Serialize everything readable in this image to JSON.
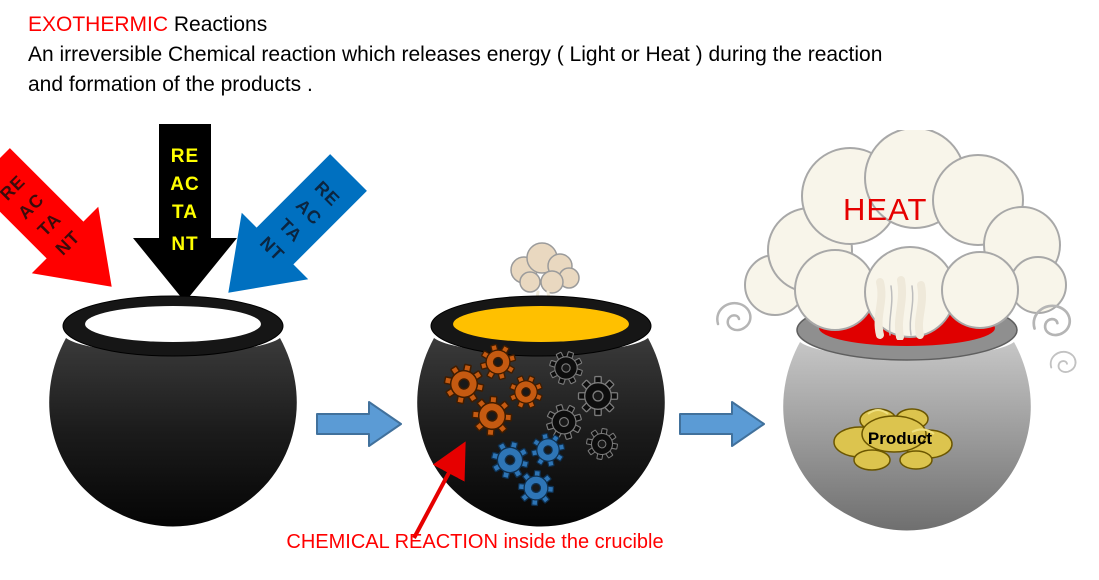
{
  "header": {
    "title_em": "EXOTHERMIC",
    "title_rest": " Reactions",
    "desc1": "An irreversible Chemical reaction which releases energy ( Light or Heat ) during the reaction",
    "desc2": "and formation of the products ."
  },
  "reactant_arrows": [
    {
      "name": "reactant-red",
      "label": "REACTANT",
      "segments": [
        "RE",
        "AC",
        "TA",
        "NT"
      ],
      "fill": "#ff0000",
      "text_color": "#3b0b0b"
    },
    {
      "name": "reactant-black",
      "label": "REACTANT",
      "segments": [
        "RE",
        "AC",
        "TA",
        "NT"
      ],
      "fill": "#000000",
      "text_color": "#ffff00"
    },
    {
      "name": "reactant-blue",
      "label": "REACTANT",
      "segments": [
        "RE",
        "AC",
        "TA",
        "NT"
      ],
      "fill": "#0070c0",
      "text_color": "#0b2540"
    }
  ],
  "labels": {
    "heat": "HEAT",
    "product": "Product",
    "caption": "CHEMICAL  REACTION inside the crucible"
  },
  "colors": {
    "title_red": "#ff0000",
    "caption_red": "#ff0000",
    "flow_arrow_fill": "#5b9bd5",
    "flow_arrow_stroke": "#41719c",
    "crucible_dark": "#1d1d1d",
    "crucible_gray": "#9b9b9b",
    "opening_left": "#ffffff",
    "opening_middle": "#ffc000",
    "opening_right": "#e00000",
    "gear_orange": "#c55a11",
    "gear_black": "#0d0d0d",
    "gear_blue": "#2e75b6",
    "rock_yellow": "#dcc44e",
    "annotation_red": "#e60000",
    "heat_red": "#e60000"
  },
  "icons": {
    "gear": "gear-icon",
    "smoke_cloud": "smoke-cloud-icon",
    "steam_swirl": "steam-swirl-icon",
    "flow_arrow": "right-arrow-icon",
    "reactant_arrow": "down-arrow-icon"
  }
}
